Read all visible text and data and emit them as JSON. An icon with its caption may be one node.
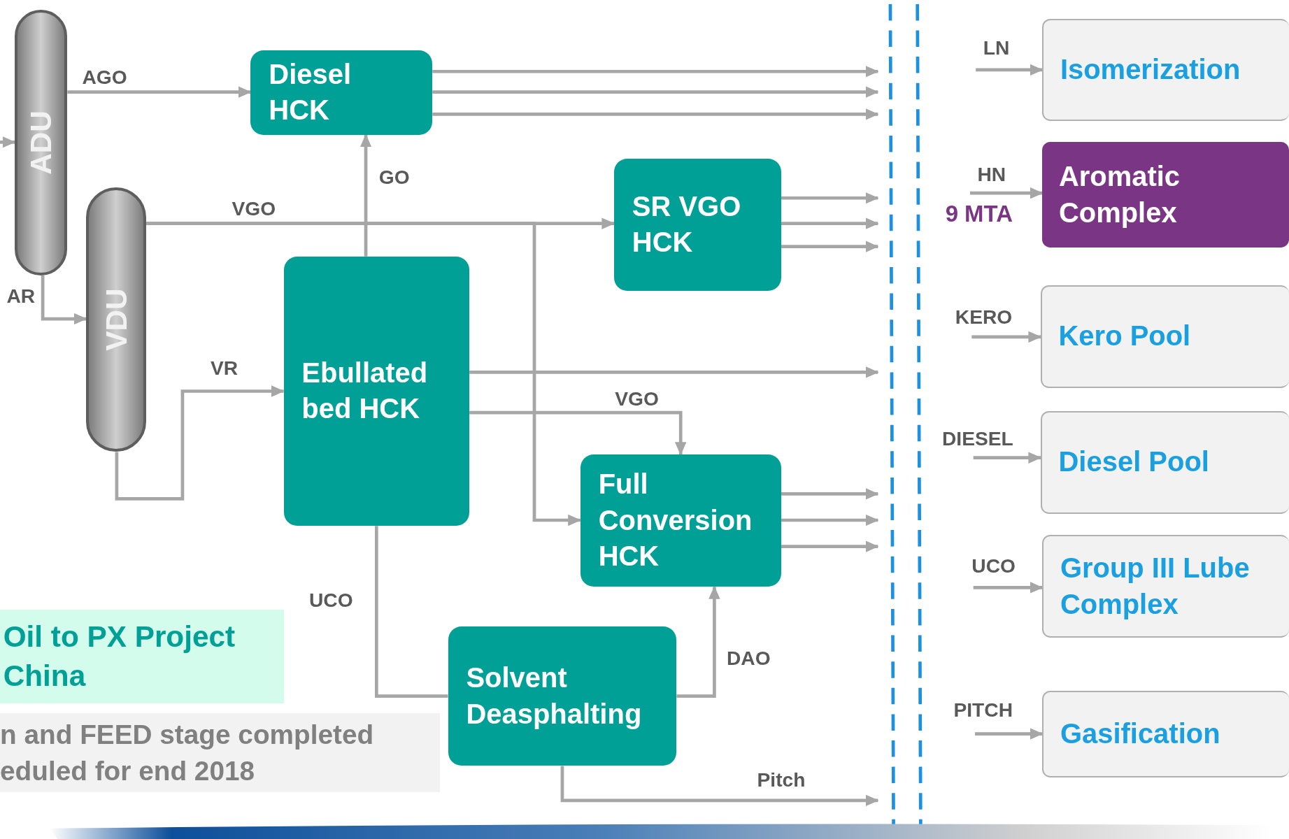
{
  "diagram": {
    "nodes": [
      {
        "text": [
          "ADU"
        ]
      },
      {
        "text": [
          "VDU"
        ]
      },
      {
        "text": [
          "Diesel HCK"
        ]
      },
      {
        "text": [
          "SR VGO HCK"
        ]
      },
      {
        "text": [
          "Ebullated bed HCK"
        ]
      },
      {
        "text": [
          "Full Conversion HCK"
        ]
      },
      {
        "text": [
          "Solvent Deasphalting"
        ]
      },
      {
        "text": [
          "Isomerization"
        ]
      },
      {
        "text": [
          "Aromatic Complex"
        ],
        "beside": [
          "9 MTA"
        ]
      },
      {
        "text": [
          "Kero Pool"
        ]
      },
      {
        "text": [
          "Diesel Pool"
        ]
      },
      {
        "text": [
          "Group III Lube Complex"
        ]
      },
      {
        "text": [
          "Gasification"
        ]
      },
      {
        "text": [
          "Oil to PX Project China"
        ]
      },
      {
        "text": [
          "n and FEED stage completed eduled for end 2018"
        ]
      }
    ],
    "edges": [
      {
        "from": null,
        "to": 0,
        "arrow": "to"
      },
      {
        "from": 0,
        "to": 2,
        "arrow": "to",
        "label": "AGO"
      },
      {
        "from": 0,
        "to": 1,
        "arrow": "to",
        "label": "AR"
      },
      {
        "from": 1,
        "to": 3,
        "arrow": "to",
        "label": "VGO"
      },
      {
        "from": 1,
        "to": 5,
        "arrow": "to"
      },
      {
        "from": 4,
        "to": 2,
        "arrow": "to",
        "label": "GO"
      },
      {
        "from": 1,
        "to": 4,
        "arrow": "to",
        "label": "VR"
      },
      {
        "from": 4,
        "to": null,
        "arrow": "to"
      },
      {
        "from": 4,
        "to": 5,
        "arrow": "to",
        "label": "VGO"
      },
      {
        "from": 4,
        "to": 6,
        "arrow": "none",
        "label": "UCO"
      },
      {
        "from": 6,
        "to": 5,
        "arrow": "to",
        "label": "DAO"
      },
      {
        "from": 6,
        "to": null,
        "arrow": "to",
        "label": "Pitch"
      },
      {
        "from": 2,
        "to": null,
        "arrow": "to"
      },
      {
        "from": 2,
        "to": null,
        "arrow": "to"
      },
      {
        "from": 2,
        "to": null,
        "arrow": "to"
      },
      {
        "from": 3,
        "to": null,
        "arrow": "to"
      },
      {
        "from": 3,
        "to": null,
        "arrow": "to"
      },
      {
        "from": 3,
        "to": null,
        "arrow": "to"
      },
      {
        "from": 5,
        "to": null,
        "arrow": "to"
      },
      {
        "from": 5,
        "to": null,
        "arrow": "to"
      },
      {
        "from": 5,
        "to": null,
        "arrow": "to"
      },
      {
        "from": null,
        "to": 7,
        "arrow": "to",
        "label": "LN"
      },
      {
        "from": null,
        "to": 8,
        "arrow": "to",
        "label": "HN"
      },
      {
        "from": null,
        "to": 9,
        "arrow": "to",
        "label": "KERO"
      },
      {
        "from": null,
        "to": 10,
        "arrow": "to",
        "label": "DIESEL"
      },
      {
        "from": null,
        "to": 11,
        "arrow": "to",
        "label": "UCO"
      },
      {
        "from": null,
        "to": 12,
        "arrow": "to",
        "label": "PITCH"
      }
    ]
  }
}
